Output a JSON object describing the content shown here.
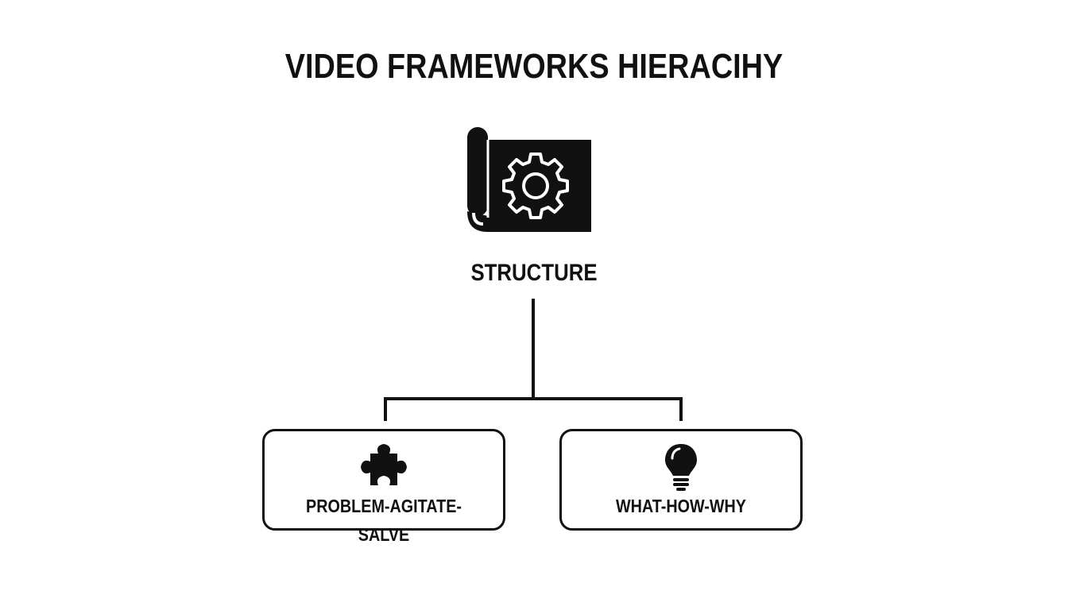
{
  "diagram": {
    "title": "VIDEO FRAMEWORKS HIERACIHY",
    "root": {
      "label": "STRUCTURE",
      "icon": "blueprint-gear-icon"
    },
    "children": [
      {
        "label": "PROBLEM-AGITATE-SALVE",
        "icon": "puzzle-piece-icon"
      },
      {
        "label": "WHAT-HOW-WHY",
        "icon": "lightbulb-icon"
      }
    ]
  },
  "colors": {
    "foreground": "#111111",
    "background": "#ffffff"
  }
}
